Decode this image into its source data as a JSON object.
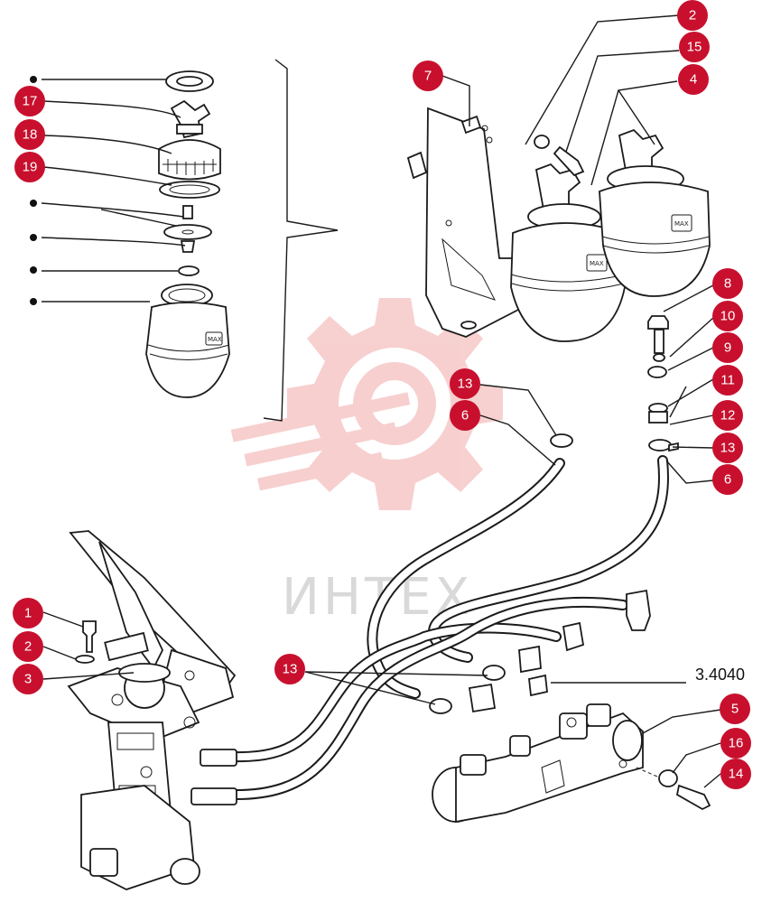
{
  "diagram": {
    "reference_code": "3.4040",
    "watermark_text": "ИНТЕХ",
    "tank_marking": "MAX",
    "callouts": [
      {
        "id": "c-top-2",
        "label": "2"
      },
      {
        "id": "c-top-15",
        "label": "15"
      },
      {
        "id": "c-top-4",
        "label": "4"
      },
      {
        "id": "c-top-7",
        "label": "7"
      },
      {
        "id": "c-8",
        "label": "8"
      },
      {
        "id": "c-10",
        "label": "10"
      },
      {
        "id": "c-9",
        "label": "9"
      },
      {
        "id": "c-11",
        "label": "11"
      },
      {
        "id": "c-12",
        "label": "12"
      },
      {
        "id": "c-13-right",
        "label": "13"
      },
      {
        "id": "c-6-right",
        "label": "6"
      },
      {
        "id": "c-13-mid",
        "label": "13"
      },
      {
        "id": "c-6-mid",
        "label": "6"
      },
      {
        "id": "c-17",
        "label": "17"
      },
      {
        "id": "c-18",
        "label": "18"
      },
      {
        "id": "c-19",
        "label": "19"
      },
      {
        "id": "c-1",
        "label": "1"
      },
      {
        "id": "c-2-left",
        "label": "2"
      },
      {
        "id": "c-3",
        "label": "3"
      },
      {
        "id": "c-13-low",
        "label": "13"
      },
      {
        "id": "c-5",
        "label": "5"
      },
      {
        "id": "c-16",
        "label": "16"
      },
      {
        "id": "c-14",
        "label": "14"
      }
    ],
    "bullets": [
      {
        "id": "b-washer"
      },
      {
        "id": "b-pin"
      },
      {
        "id": "b-disc"
      },
      {
        "id": "b-ring"
      },
      {
        "id": "b-tank"
      }
    ]
  }
}
